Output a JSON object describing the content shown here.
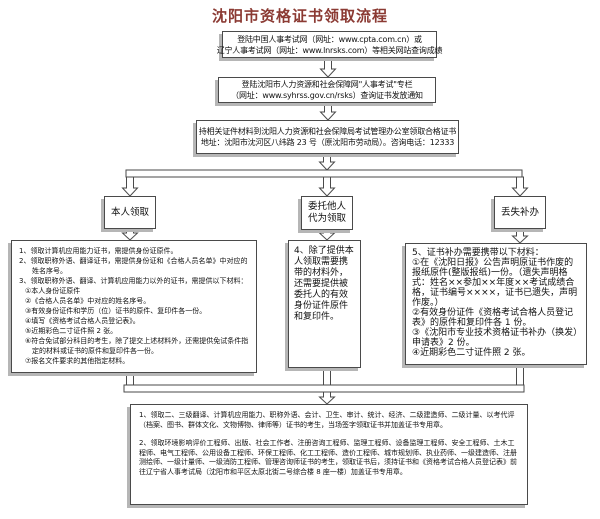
{
  "title": "沈阳市资格证书领取流程",
  "colors": {
    "title_color": "#8b3a33",
    "border_color": "#4a4a4a",
    "shadow_color": "#b6b6b6",
    "text_color": "#111111"
  },
  "steps": {
    "step1": {
      "lines": [
        "登陆中国人事考试网（网址：www.cpta.com.cn）或",
        "辽宁人事考试网（网址：www.lnrsks.com）等相关网站查询成绩"
      ]
    },
    "step2": {
      "lines": [
        "登陆沈阳市人力资源和社会保障网\"人事考试\"专栏",
        "（网址：www.syhrss.gov.cn/rsks）查询证书发放通知"
      ]
    },
    "step3": {
      "lines": [
        "持相关证件材料到沈阳人力资源和社会保障局考试管理办公室领取合格证书",
        "地址：沈阳市沈河区八纬路 23 号（原沈阳市劳动局）。咨询电话：12333"
      ]
    }
  },
  "branches": {
    "self": {
      "label_lines": [
        "本人领取"
      ],
      "items": [
        {
          "text": "1、领取计算机应用能力证书，需提供身份证原件。",
          "cls": "hang"
        },
        {
          "text": "2、领取职称外语、翻译证书，需提供身份证和《合格人员名单》中对应的姓名序号。",
          "cls": "hang"
        },
        {
          "text": "3、领取职称外语、翻译、计算机应用能力以外的证书，需提供以下材料：",
          "cls": "hang"
        },
        {
          "text": "①本人身份证原件",
          "cls": "sub"
        },
        {
          "text": "②《合格人员名单》中对应的姓名序号。",
          "cls": "sub"
        },
        {
          "text": "③有效身份证件和学历（位）证书的原件、复印件各一份。",
          "cls": "sub"
        },
        {
          "text": "④填写《资格考试合格人员登记表》。",
          "cls": "sub"
        },
        {
          "text": "⑤近期彩色二寸证件照 2 张。",
          "cls": "sub"
        },
        {
          "text": "⑥符合免试部分科目的考生，除了提交上述材料外，还需提供免试条件指定的材料或证书的原件和复印件各一份。",
          "cls": "hang2"
        },
        {
          "text": "⑦报名文件要求的其他指定材料。",
          "cls": "sub"
        }
      ]
    },
    "proxy": {
      "label_lines": [
        "委托他人",
        "代为领取"
      ],
      "paragraph": "4、除了提供本人领取需要携带的材料外，还需要提供被委托人的有效身份证件原件和复印件。"
    },
    "lost": {
      "label_lines": [
        "丢失补办"
      ],
      "items": [
        {
          "text": "5、证书补办需要携带以下材料：",
          "cls": ""
        },
        {
          "text": "①在《沈阳日报》公告声明原证书作废的报纸原件(整版报纸)一份。（遗失声明格式：姓名××参加××年度××考试成绩合格，证书编号××××，证书已遗失，声明作废。）",
          "cls": ""
        },
        {
          "text": "②有效身份证件《资格考试合格人员登记表》的原件和复印件各 1 份。",
          "cls": ""
        },
        {
          "text": "③《沈阳市专业技术资格证书补办（换发）申请表》2 份。",
          "cls": ""
        },
        {
          "text": "④近期彩色二寸证件照 2 张。",
          "cls": ""
        }
      ]
    }
  },
  "footer": {
    "paragraphs": [
      "1、领取二、三级翻译、计算机应用能力、职称外语、会计、卫生、审计、统计、经济、二级建造师、二级计量、以考代评（档案、图书、群体文化、文物博物、律师等）证书的考生，当场签字领取证书并加盖证书专用章。",
      "2、领取环境影响评价工程师、出版、社会工作者、注册咨询工程师、监理工程师、设备监理工程师、安全工程师、土木工程师、电气工程师、公用设备工程师、环保工程师、化工工程师、造价工程师、城市规划师、执业药师、一级建造师、注册测绘师、一级计量师、一级消防工程师、管理咨询师证书的考生，领取证书后，须持证书和《资格考试合格人员登记表》前往辽宁省人事考试局（沈阳市和平区太原北街二号综合楼 8 座一楼）加盖证书专用章。"
    ]
  }
}
